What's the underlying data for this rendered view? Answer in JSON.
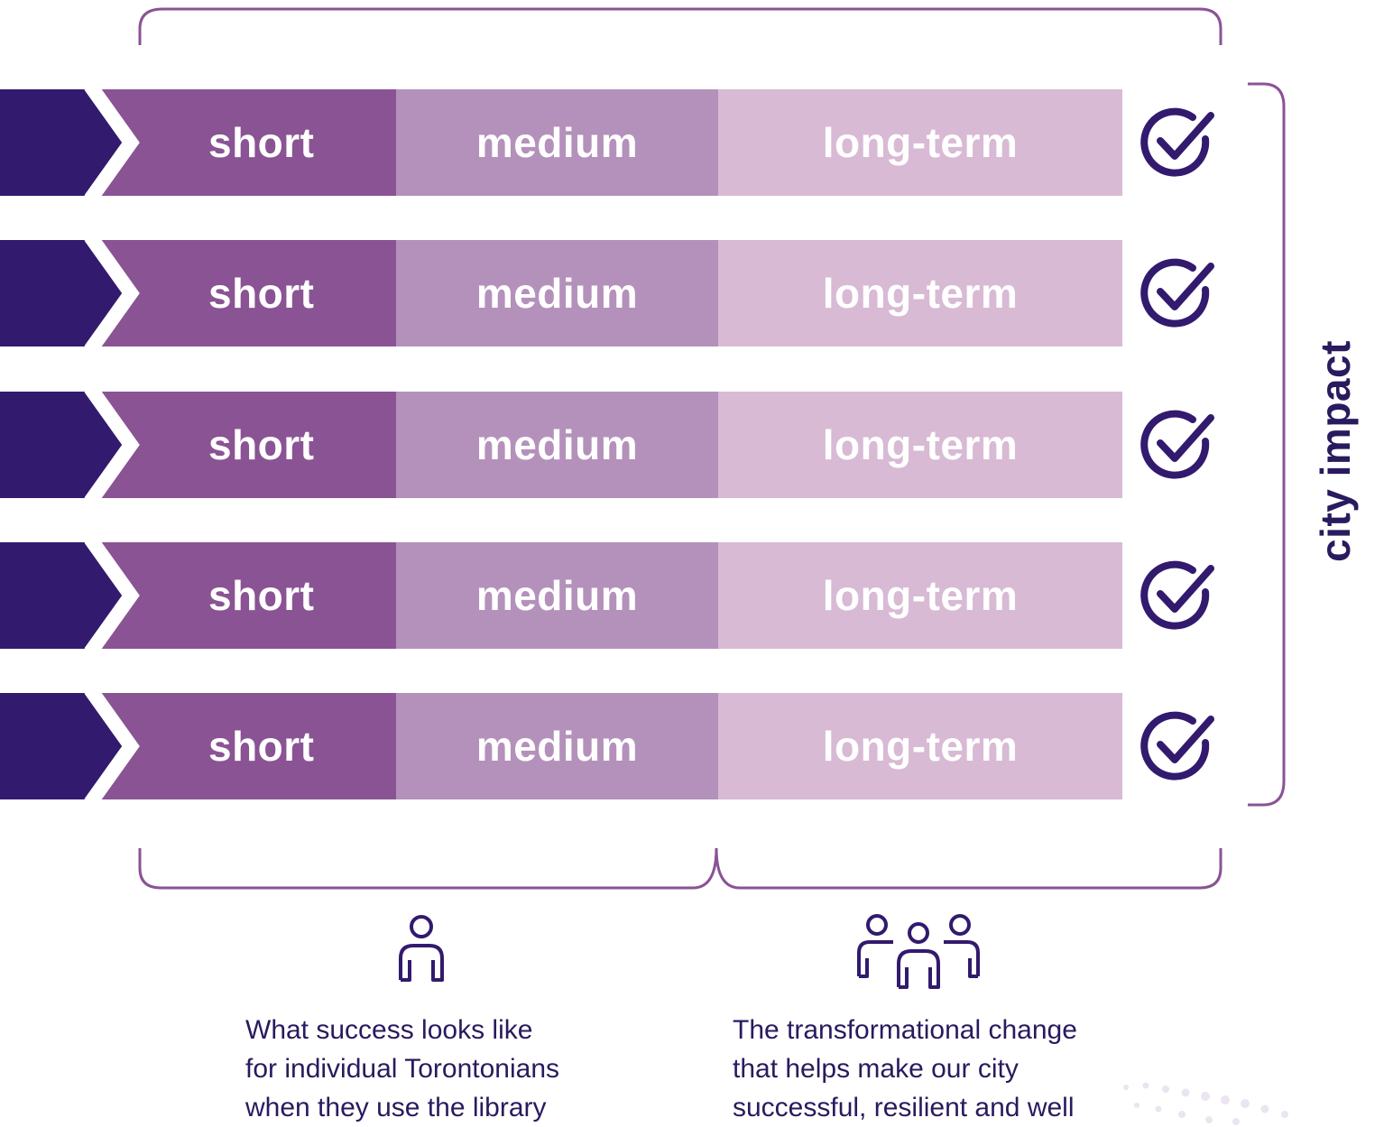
{
  "colors": {
    "dark_purple": "#321a6e",
    "short_fill": "#8a5394",
    "medium_fill": "#b491bb",
    "long_fill": "#d8bad5",
    "bracket_stroke": "#8a5394",
    "text_dark": "#2a1a5e"
  },
  "rows": [
    {
      "short": "short",
      "medium": "medium",
      "long": "long-term",
      "icon": "check-circle-icon"
    },
    {
      "short": "short",
      "medium": "medium",
      "long": "long-term",
      "icon": "check-circle-icon"
    },
    {
      "short": "short",
      "medium": "medium",
      "long": "long-term",
      "icon": "check-circle-icon"
    },
    {
      "short": "short",
      "medium": "medium",
      "long": "long-term",
      "icon": "check-circle-icon"
    },
    {
      "short": "short",
      "medium": "medium",
      "long": "long-term",
      "icon": "check-circle-icon"
    }
  ],
  "side_label": "city impact",
  "individual": {
    "icon": "person-icon",
    "lines": [
      "What success looks like",
      "for individual Torontonians",
      "when they use the library"
    ]
  },
  "community": {
    "icon": "group-icon",
    "lines": [
      "The transformational change",
      "that helps make our city",
      "successful, resilient and well"
    ]
  }
}
